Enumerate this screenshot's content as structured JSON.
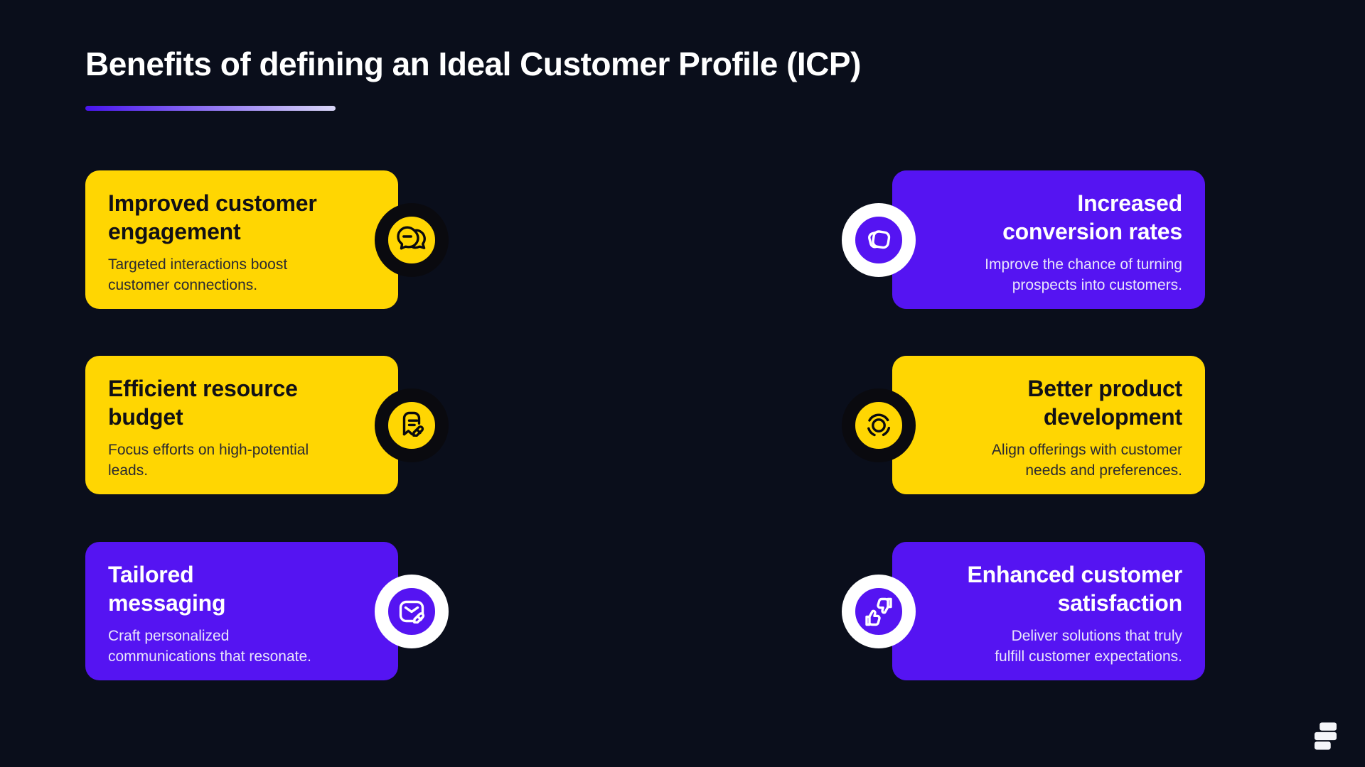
{
  "header": {
    "title": "Benefits of defining an Ideal Customer Profile (ICP)"
  },
  "colors": {
    "background": "#0A0E1B",
    "yellow": "#FFD602",
    "purple": "#5514F2",
    "white": "#FFFFFF",
    "dark_text": "#111016",
    "ring_dark": "#0A0A0F",
    "underline_from": "#4814EE",
    "underline_to": "#D9D6F7"
  },
  "cards": [
    {
      "title": "Improved customer\nengagement",
      "description": "Targeted interactions boost\ncustomer connections.",
      "theme": "yellow",
      "icon": "chat-bubbles-minus-icon"
    },
    {
      "title": "Efficient resource\nbudget",
      "description": "Focus efforts on high-potential\nleads.",
      "theme": "yellow",
      "icon": "note-edit-icon"
    },
    {
      "title": "Tailored\nmessaging",
      "description": "Craft personalized\ncommunications that resonate.",
      "theme": "purple",
      "icon": "envelope-edit-icon"
    },
    {
      "title": "Increased\nconversion rates",
      "description": "Improve the chance of turning\nprospects into customers.",
      "theme": "purple",
      "icon": "overlapping-cards-icon"
    },
    {
      "title": "Better product\ndevelopment",
      "description": "Align offerings with customer\nneeds and preferences.",
      "theme": "yellow",
      "icon": "focus-target-icon"
    },
    {
      "title": "Enhanced customer\nsatisfaction",
      "description": "Deliver solutions that truly\nfulfill customer expectations.",
      "theme": "purple",
      "icon": "thumbs-up-down-icon"
    }
  ],
  "logo": {
    "icon": "s-brand-logo"
  }
}
